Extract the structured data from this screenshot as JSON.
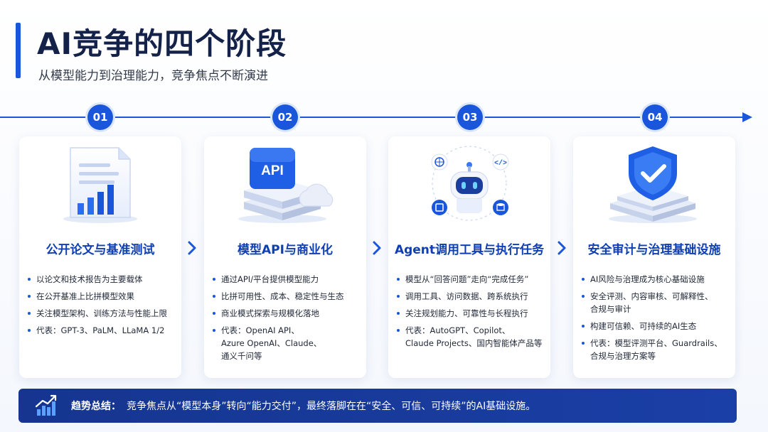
{
  "header": {
    "title": "AI竞争的四个阶段",
    "subtitle": "从模型能力到治理能力，竞争焦点不断演进"
  },
  "colors": {
    "accent": "#1a56db",
    "title": "#14224a",
    "card_title": "#0f3fb2",
    "summary_bg": "#15358f"
  },
  "stages": [
    {
      "number": "01",
      "icon": "document-chart-icon",
      "title": "公开论文与基准测试",
      "bullets": [
        "以论文和技术报告为主要载体",
        "在公开基准上比拼模型效果",
        "关注模型架构、训练方法与性能上限",
        "代表：GPT-3、PaLM、LLaMA 1/2"
      ]
    },
    {
      "number": "02",
      "icon": "api-server-icon",
      "title": "模型API与商业化",
      "bullets": [
        "通过API/平台提供模型能力",
        "比拼可用性、成本、稳定性与生态",
        "商业模式探索与规模化落地",
        "代表：OpenAI API、\nAzure OpenAI、Claude、\n通义千问等"
      ]
    },
    {
      "number": "03",
      "icon": "robot-agent-icon",
      "title": "Agent调用工具与执行任务",
      "bullets": [
        "模型从“回答问题”走向“完成任务”",
        "调用工具、访问数据、跨系统执行",
        "关注规划能力、可靠性与长程执行",
        "代表：AutoGPT、Copilot、\nClaude Projects、国内智能体产品等"
      ]
    },
    {
      "number": "04",
      "icon": "shield-check-icon",
      "title": "安全审计与治理基础设施",
      "bullets": [
        "AI风险与治理成为核心基础设施",
        "安全评测、内容审核、可解释性、\n合规与审计",
        "构建可信赖、可持续的AI生态",
        "代表：模型评测平台、Guardrails、\n合规与治理方案等"
      ]
    }
  ],
  "summary": {
    "icon": "trend-chart-icon",
    "label": "趋势总结：",
    "text": "竞争焦点从“模型本身”转向“能力交付”，最终落脚在在“安全、可信、可持续”的AI基础设施。"
  }
}
